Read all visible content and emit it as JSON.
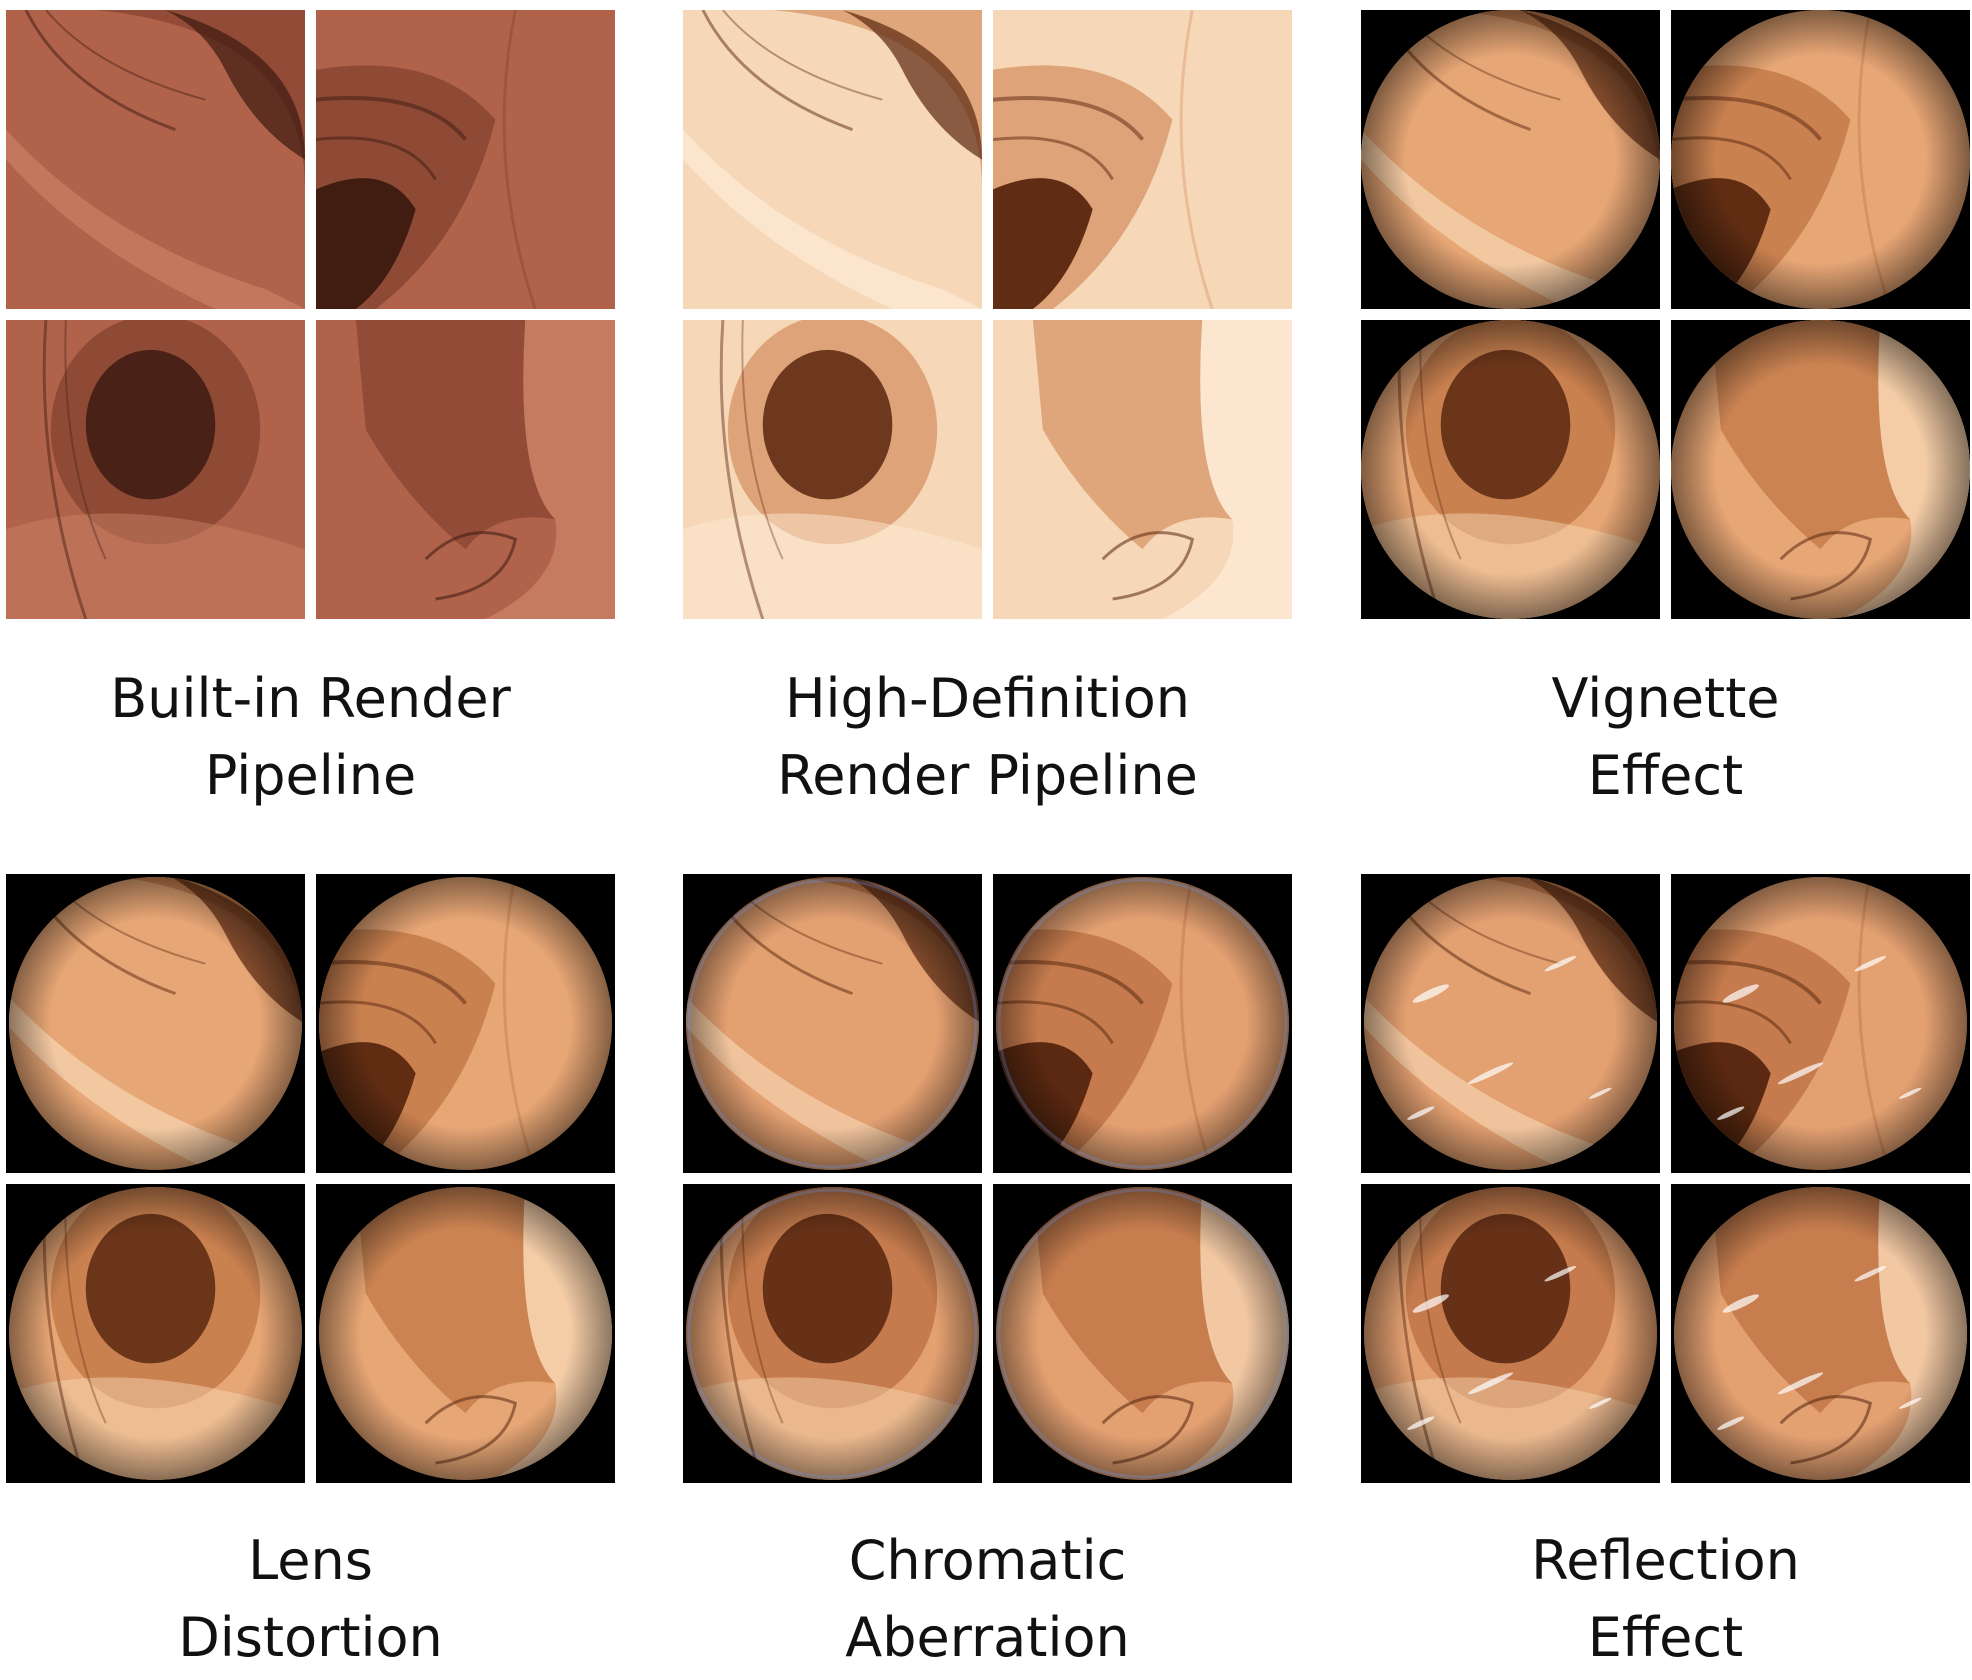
{
  "panels": [
    {
      "id": "builtin",
      "caption_lines": [
        "Built-in Render",
        "Pipeline"
      ],
      "style": "builtin"
    },
    {
      "id": "hdrp",
      "caption_lines": [
        "High-Definition",
        "Render Pipeline"
      ],
      "style": "hdrp"
    },
    {
      "id": "vignette",
      "caption_lines": [
        "Vignette",
        "Effect"
      ],
      "style": "vignette"
    },
    {
      "id": "lens",
      "caption_lines": [
        "Lens",
        "Distortion"
      ],
      "style": "lens"
    },
    {
      "id": "chromatic",
      "caption_lines": [
        "Chromatic",
        "Aberration"
      ],
      "style": "chromatic"
    },
    {
      "id": "reflection",
      "caption_lines": [
        "Reflection",
        "Effect"
      ],
      "style": "reflection"
    }
  ],
  "palettes": {
    "builtin": {
      "base": "#b0624a",
      "mid": "#8a4632",
      "dark": "#3d1a10",
      "light": "#c98064",
      "bg": "#b0624a"
    },
    "hdrp": {
      "base": "#f6d8b8",
      "mid": "#d99a6c",
      "dark": "#5a260f",
      "light": "#fde9d4",
      "bg": "#f6d8b8"
    },
    "vignette": {
      "base": "#e7a675",
      "mid": "#c47a4a",
      "dark": "#5a2810",
      "light": "#f6d3b0",
      "bg": "#000000"
    },
    "lens": {
      "base": "#e7a675",
      "mid": "#c47a4a",
      "dark": "#5a2810",
      "light": "#f6d3b0",
      "bg": "#000000"
    },
    "chromatic": {
      "base": "#e3a071",
      "mid": "#bf7446",
      "dark": "#55250e",
      "light": "#f4cfab",
      "bg": "#000000"
    },
    "reflection": {
      "base": "#e3a071",
      "mid": "#bf7446",
      "dark": "#55250e",
      "light": "#f4cfab",
      "bg": "#000000"
    }
  }
}
